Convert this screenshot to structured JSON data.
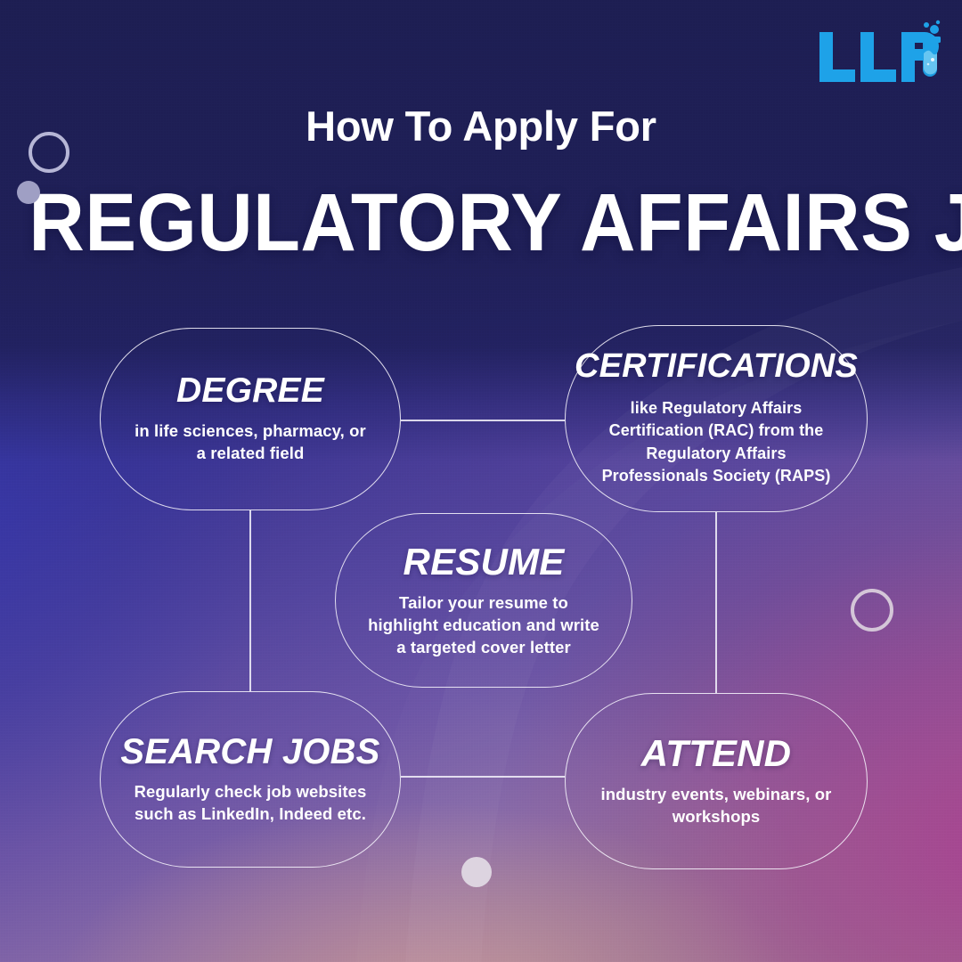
{
  "brand": {
    "logo_text": "LLR",
    "logo_icon": "test-tube-icon",
    "logo_color": "#1ea2e8"
  },
  "header": {
    "kicker": "How To Apply For",
    "headline": "REGULATORY AFFAIRS JOBS?"
  },
  "theme": {
    "text_color": "#ffffff",
    "outline_color": "#f6f4fc",
    "bg_top": "#1d1e52",
    "bg_mid": "#53459e",
    "bg_bottom_left": "#8a6ba6",
    "bg_bottom_right": "#a5378c",
    "bg_bottom_mid": "#b08f94",
    "deco_ring_color": "#b6b6d6",
    "deco_dot_color": "#9f9fc4"
  },
  "nodes": [
    {
      "id": "degree",
      "title": "DEGREE",
      "description": "in life sciences, pharmacy, or a related field"
    },
    {
      "id": "certifications",
      "title": "CERTIFICATIONS",
      "description": "like Regulatory Affairs Certification (RAC) from the Regulatory Affairs Professionals Society (RAPS)"
    },
    {
      "id": "resume",
      "title": "RESUME",
      "description": "Tailor your resume to highlight education and write a targeted cover letter"
    },
    {
      "id": "search_jobs",
      "title": "SEARCH JOBS",
      "description": "Regularly check job websites such as LinkedIn, Indeed etc."
    },
    {
      "id": "attend",
      "title": "ATTEND",
      "description": "industry events, webinars, or workshops"
    }
  ],
  "connectors": [
    {
      "id": "degree-to-certifications",
      "orientation": "horizontal"
    },
    {
      "id": "degree-to-search-jobs",
      "orientation": "vertical"
    },
    {
      "id": "certifications-to-attend",
      "orientation": "vertical"
    },
    {
      "id": "search-jobs-to-attend",
      "orientation": "horizontal"
    }
  ],
  "decorations": [
    {
      "id": "ring-top-left",
      "shape": "ring"
    },
    {
      "id": "dot-top-left",
      "shape": "dot"
    },
    {
      "id": "ring-right",
      "shape": "ring"
    },
    {
      "id": "dot-bottom",
      "shape": "dot"
    }
  ]
}
